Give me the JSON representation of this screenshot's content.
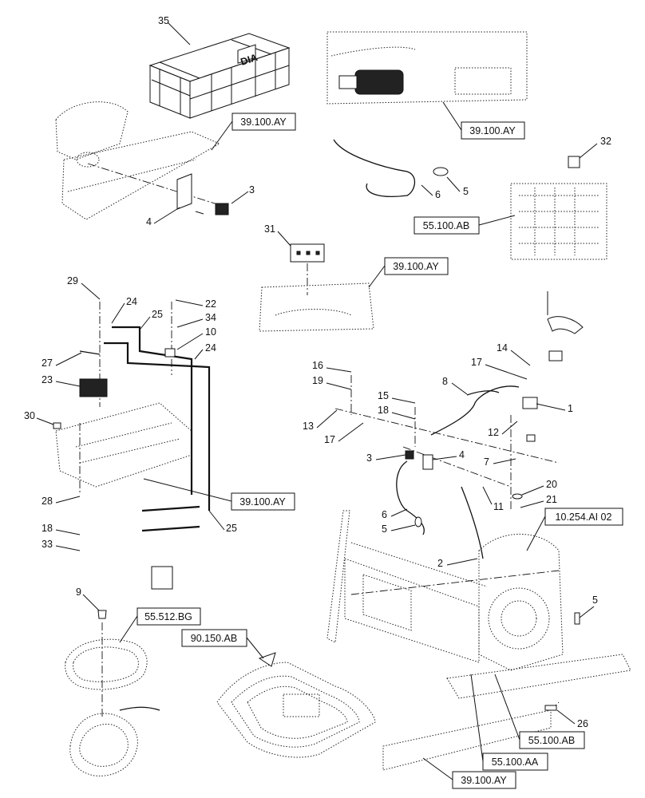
{
  "diagram": {
    "callouts": [
      {
        "id": "c35",
        "label": "35"
      },
      {
        "id": "c3a",
        "label": "3"
      },
      {
        "id": "c4a",
        "label": "4"
      },
      {
        "id": "c6a",
        "label": "6"
      },
      {
        "id": "c5a",
        "label": "5"
      },
      {
        "id": "c32",
        "label": "32"
      },
      {
        "id": "c31",
        "label": "31"
      },
      {
        "id": "c29",
        "label": "29"
      },
      {
        "id": "c24a",
        "label": "24"
      },
      {
        "id": "c25a",
        "label": "25"
      },
      {
        "id": "c22",
        "label": "22"
      },
      {
        "id": "c34",
        "label": "34"
      },
      {
        "id": "c10",
        "label": "10"
      },
      {
        "id": "c24b",
        "label": "24"
      },
      {
        "id": "c27",
        "label": "27"
      },
      {
        "id": "c23",
        "label": "23"
      },
      {
        "id": "c30",
        "label": "30"
      },
      {
        "id": "c28",
        "label": "28"
      },
      {
        "id": "c18a",
        "label": "18"
      },
      {
        "id": "c33",
        "label": "33"
      },
      {
        "id": "c25b",
        "label": "25"
      },
      {
        "id": "c16",
        "label": "16"
      },
      {
        "id": "c19",
        "label": "19"
      },
      {
        "id": "c15",
        "label": "15"
      },
      {
        "id": "c18b",
        "label": "18"
      },
      {
        "id": "c13",
        "label": "13"
      },
      {
        "id": "c17a",
        "label": "17"
      },
      {
        "id": "c14",
        "label": "14"
      },
      {
        "id": "c17b",
        "label": "17"
      },
      {
        "id": "c8",
        "label": "8"
      },
      {
        "id": "c1",
        "label": "1"
      },
      {
        "id": "c12",
        "label": "12"
      },
      {
        "id": "c7",
        "label": "7"
      },
      {
        "id": "c3b",
        "label": "3"
      },
      {
        "id": "c4b",
        "label": "4"
      },
      {
        "id": "c11",
        "label": "11"
      },
      {
        "id": "c20",
        "label": "20"
      },
      {
        "id": "c21",
        "label": "21"
      },
      {
        "id": "c6b",
        "label": "6"
      },
      {
        "id": "c5b",
        "label": "5"
      },
      {
        "id": "c2",
        "label": "2"
      },
      {
        "id": "c5c",
        "label": "5"
      },
      {
        "id": "c9",
        "label": "9"
      },
      {
        "id": "c26",
        "label": "26"
      }
    ],
    "references": [
      {
        "id": "r1",
        "label": "39.100.AY"
      },
      {
        "id": "r2",
        "label": "39.100.AY"
      },
      {
        "id": "r3",
        "label": "55.100.AB"
      },
      {
        "id": "r4",
        "label": "39.100.AY"
      },
      {
        "id": "r5",
        "label": "39.100.AY"
      },
      {
        "id": "r6",
        "label": "10.254.AI 02"
      },
      {
        "id": "r7",
        "label": "55.512.BG"
      },
      {
        "id": "r8",
        "label": "90.150.AB"
      },
      {
        "id": "r9",
        "label": "55.100.AB"
      },
      {
        "id": "r10",
        "label": "55.100.AA"
      },
      {
        "id": "r11",
        "label": "39.100.AY"
      }
    ],
    "crate_logo": "DIA"
  }
}
